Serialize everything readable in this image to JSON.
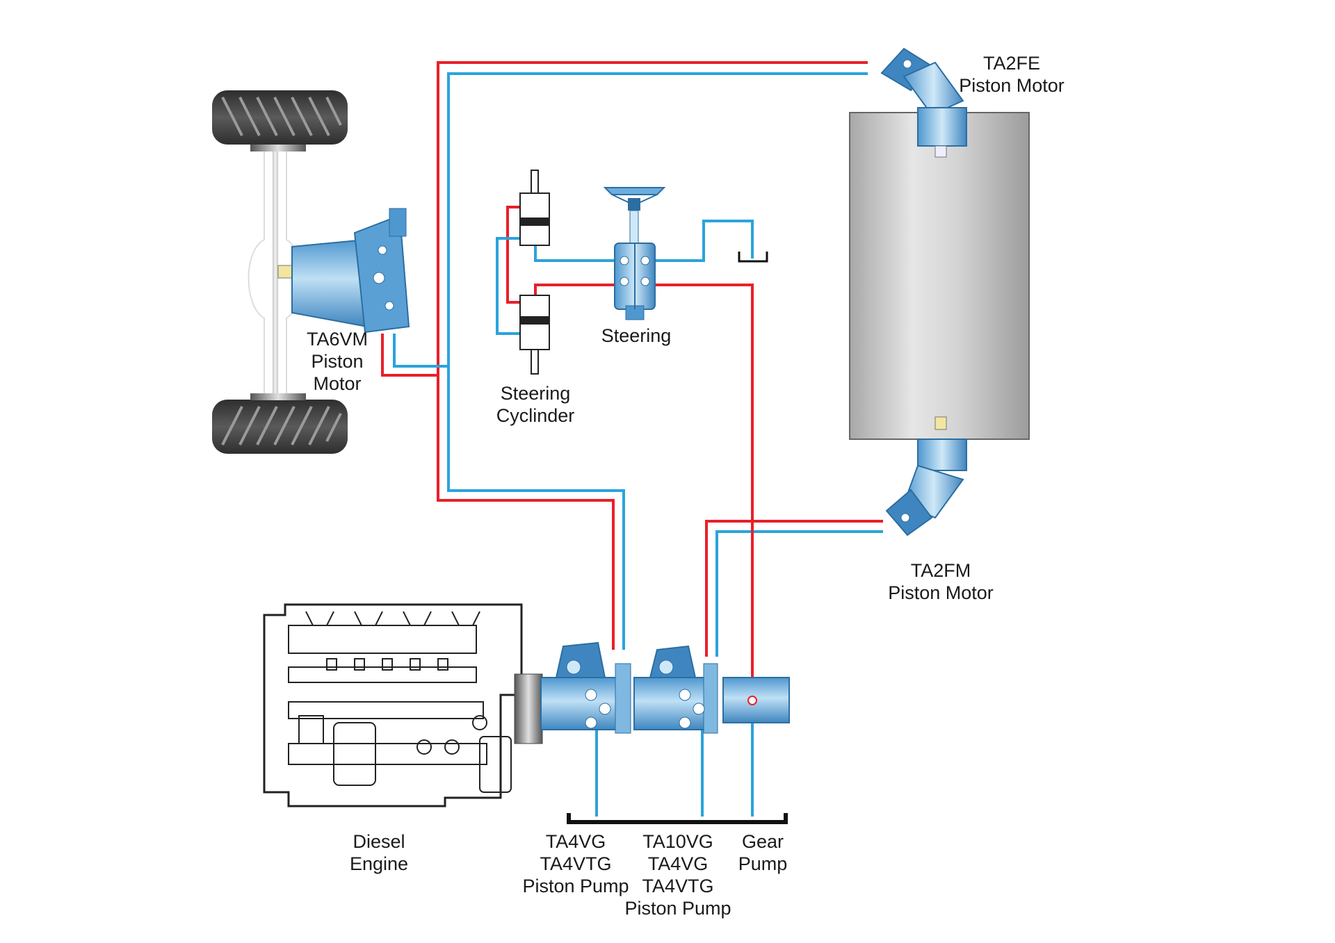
{
  "labels": {
    "ta2fe": [
      "TA2FE",
      "Piston Motor"
    ],
    "ta6vm": [
      "TA6VM",
      "Piston",
      "Motor"
    ],
    "steering": [
      "Steering"
    ],
    "steering_cylinder": [
      "Steering",
      "Cyclinder"
    ],
    "ta2fm": [
      "TA2FM",
      "Piston Motor"
    ],
    "diesel_engine": [
      "Diesel",
      "Engine"
    ],
    "ta4vg_pump": [
      "TA4VG",
      "TA4VTG",
      "Piston Pump"
    ],
    "ta10vg_pump": [
      "TA10VG",
      "TA4VG",
      "TA4VTG",
      "Piston Pump"
    ],
    "gear_pump": [
      "Gear",
      "Pump"
    ]
  },
  "colors": {
    "pressure_line": "#e8202a",
    "return_line": "#2ba3dc",
    "component_blue": "#7fb8e0",
    "drum_gray": "#c8c8c8",
    "tire_dark": "#3a3a3a"
  },
  "icons": {
    "tire": "tire-icon",
    "motor": "piston-motor-icon",
    "pump": "piston-pump-icon",
    "steering_wheel": "steering-wheel-icon",
    "cylinder": "hydraulic-cylinder-icon",
    "engine": "diesel-engine-icon",
    "tank": "tank-icon"
  }
}
